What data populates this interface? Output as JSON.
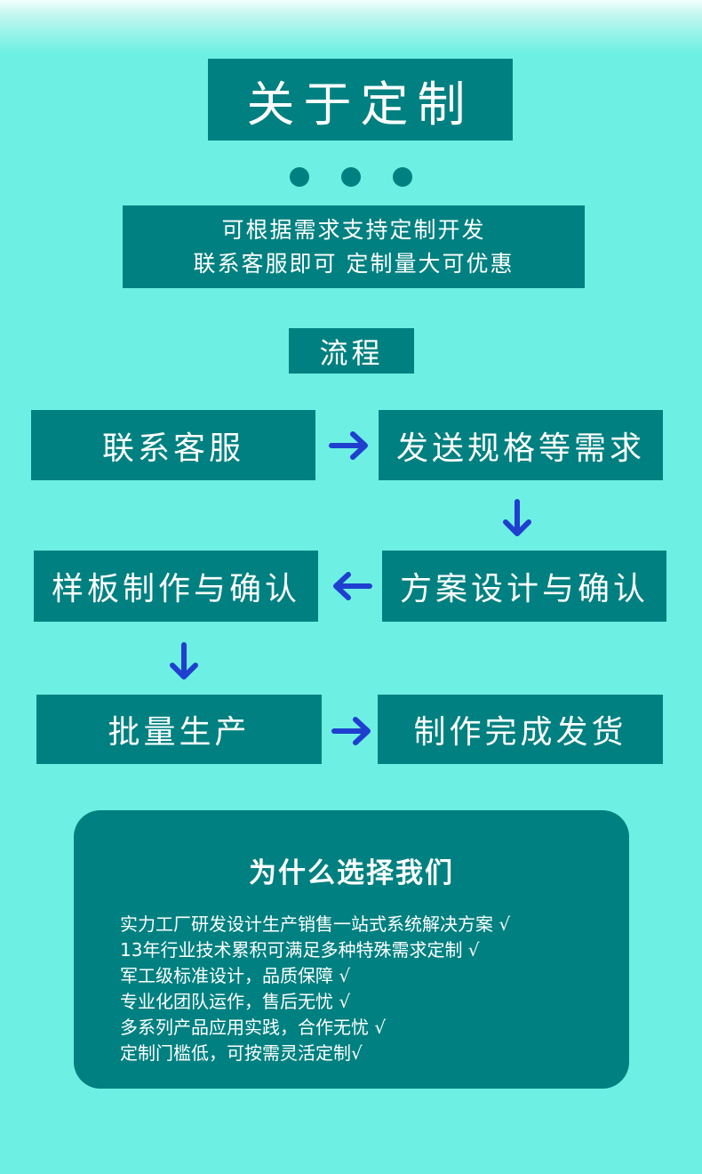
{
  "title": "关于定制",
  "intro": {
    "line1": "可根据需求支持定制开发",
    "line2": "联系客服即可 定制量大可优惠"
  },
  "flow": {
    "label": "流程",
    "steps": [
      "联系客服",
      "发送规格等需求",
      "方案设计与确认",
      "样板制作与确认",
      "批量生产",
      "制作完成发货"
    ]
  },
  "why": {
    "title": "为什么选择我们",
    "items": [
      "实力工厂研发设计生产销售一站式系统解决方案 √",
      "13年行业技术累积可满足多种特殊需求定制 √",
      "军工级标准设计，品质保障 √",
      "专业化团队运作，售后无忧 √",
      "多系列产品应用实践，合作无忧 √",
      "定制门槛低，可按需灵活定制√"
    ]
  },
  "colors": {
    "background": "#6df0e3",
    "panel": "#008080",
    "text": "#ffffff",
    "arrow": "#1f3fcf"
  },
  "icons": [
    "arrow-right-icon",
    "arrow-down-icon",
    "arrow-left-icon"
  ]
}
